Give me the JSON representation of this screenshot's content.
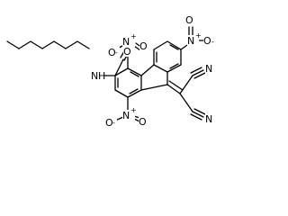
{
  "molecule": {
    "atoms": {
      "amide_n": "N",
      "amide_h": "H",
      "amide_o": "O",
      "nitro_top_n": "N",
      "nitro_top_o_double": "O",
      "nitro_top_o_single": "O",
      "nitro_top_charge_plus": "+",
      "nitro_top_charge_minus": "-",
      "nitro_left_n": "N",
      "nitro_left_o_double": "O",
      "nitro_left_o_single": "O",
      "nitro_left_charge_plus": "+",
      "nitro_left_charge_minus": "-",
      "nitro_bottom_n": "N",
      "nitro_bottom_o_double": "O",
      "nitro_bottom_o_single": "O",
      "nitro_bottom_charge_plus": "+",
      "nitro_bottom_charge_minus": "-",
      "nitrile_upper_n": "N",
      "nitrile_lower_n": "N"
    }
  }
}
